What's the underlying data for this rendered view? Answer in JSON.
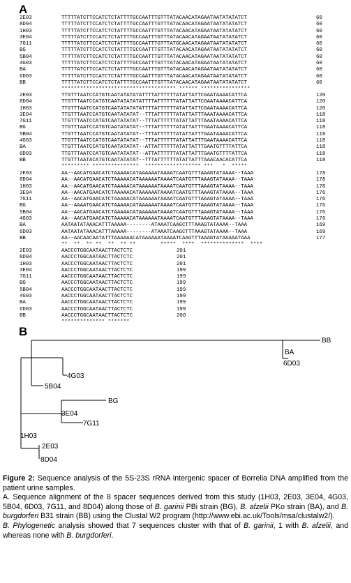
{
  "panel_a": {
    "label": "A"
  },
  "panel_b": {
    "label": "B"
  },
  "alignment": {
    "blocks": [
      {
        "rows": [
          {
            "name": "2E03",
            "seq": "TTTTTATCTTCCATCTCTATTTTGCCAATTTGTTTATACAACATAGAATAATATATATCT",
            "pos": "60"
          },
          {
            "name": "8D04",
            "seq": "TTTTTATCTTCCATCTCTATTTTGCCAATTTGTTTATACAACATAGAATAATATATATCT",
            "pos": "60"
          },
          {
            "name": "1H03",
            "seq": "TTTTTATCTTCCATCTCTATTTTGCCAATTTGTTTATACAACATAGAATAATATATATCT",
            "pos": "60"
          },
          {
            "name": "3E04",
            "seq": "TTTTTATCTTCCATCTCTATTTTGCCAATTTGTTTATACAACATAGAATAATATATATCT",
            "pos": "60"
          },
          {
            "name": "7G11",
            "seq": "TTTTTATCTTCCATCTCTATTTTGCCAATTTGTTTATGCAACATAGAATAATATATATCT",
            "pos": "60"
          },
          {
            "name": "BG",
            "seq": "TTTTTATCTTCCATCTCTATTTTGCCAATTTGTTTATACAACATAGAATAATATATATCT",
            "pos": "60"
          },
          {
            "name": "5B04",
            "seq": "TTTTTATCTTCCATCTCTATTTTGCCAATTTGTTTATACAACATAGAATAATATATATCT",
            "pos": "60"
          },
          {
            "name": "4G03",
            "seq": "TTTTTATCTTCCATCTCTATTTTGCCAATTTGTTTATACAACATAGAATAATATATATCT",
            "pos": "60"
          },
          {
            "name": "BA",
            "seq": "TTTTTATCTTCCATCTCTATTTTGCCAATTTGTTTATACAACATAGAATAATATATATCT",
            "pos": "60"
          },
          {
            "name": "6D03",
            "seq": "TTTTTATCTTCCATCTCTATTTTGCCAATTTGTTTATACAACATAGAATAATATATATCT",
            "pos": "60"
          },
          {
            "name": "BB",
            "seq": "TTTTTATCTTCCATCTCTATTTTGCCAATTTGTTTATACAACATAGAATAATATATATCT",
            "pos": "60"
          }
        ],
        "consensus": "************************************* ****** ****************"
      },
      {
        "rows": [
          {
            "name": "2E03",
            "seq": "TTGTTTAATCCATGTCAATATATATATTTTATTTTTTATATTATTCGAATAAAACATTCA",
            "pos": "120"
          },
          {
            "name": "8D04",
            "seq": "TTGTTTAATCCATGTCAATATATATATTTTATTTTTTATATTATTCGAATAAAACATTCA",
            "pos": "120"
          },
          {
            "name": "1H03",
            "seq": "TTGTTTAATCCATGTCAATATATATATTTTATTTTTTATATTATTCGAATAAAACATTCA",
            "pos": "120"
          },
          {
            "name": "3E04",
            "seq": "TTGTTTAATCCATGTCAATATATAT--TTTATTTTTTATATTATTTAAATAAAACATTCA",
            "pos": "118"
          },
          {
            "name": "7G11",
            "seq": "TTGTTTAATCCATGTCAATATATAT--TTTATTTTTTATATTATTTAAATAAAACATTCA",
            "pos": "118"
          },
          {
            "name": "BG",
            "seq": "TTGTTTAATCCATGTCAATATATAT--TTTATTTTTTATATTATTTGAATAAAACATTCA",
            "pos": "118"
          },
          {
            "name": "5B04",
            "seq": "TTGTTTAATCCATGTCAATATATAT--TTTATTTTTTATATTATTTGAATAAAACATTCA",
            "pos": "118"
          },
          {
            "name": "4G03",
            "seq": "TTGTTTAATCCATGTCAATATATAT--TTTATTTTTTATATTATTTGAATAAAACATTCA",
            "pos": "118"
          },
          {
            "name": "BA",
            "seq": "TTGTTTAATCCATGTCAATATATAT--ATTATTTTTTATATTATTTGAATGTTTTATTCA",
            "pos": "118"
          },
          {
            "name": "6D03",
            "seq": "TTGTTTAATCCATGTCAATATATAT--ATTATTTTTTATATTATTTGAATGTTTTATTCA",
            "pos": "118"
          },
          {
            "name": "BB",
            "seq": "TTGTTTAATACATGTCAATATATAT--TTTATTTTTTATATTATTTAAACAACACATTCA",
            "pos": "118"
          }
        ],
        "consensus": "********* ***************  ****************** ***   *  *****"
      },
      {
        "rows": [
          {
            "name": "2E03",
            "seq": "AA--AACATGAACATCTAAAAACATAAAAAATAAAATCAATGTTTAAAGTATAAAA--TAAA",
            "pos": "178"
          },
          {
            "name": "8D04",
            "seq": "AA--AACATGAACATCTAAAAACATAAAAAATAAAATCAATGTTTAAAGTATAAAA--TAAA",
            "pos": "178"
          },
          {
            "name": "1H03",
            "seq": "AA--AACATGAACATCTAAAAACATAAAAAATAAAATCAATGTTTAAAGTATAAAA--TAAA",
            "pos": "178"
          },
          {
            "name": "3E04",
            "seq": "AA--AACATGAACATCTAAAAACATAAAAAATAAAATCAATGTTTAAAGTATAAAA--TAAA",
            "pos": "176"
          },
          {
            "name": "7G11",
            "seq": "AA--AACATGAACATCTAAAAACATAAAAAATAAAATCAATGTTTAAAGTATAAAA--TAAA",
            "pos": "176"
          },
          {
            "name": "BG",
            "seq": "AA--AAAATGAACATCTAAAAACATAAAAAATAAAATCAATGTTTAAAGTATAAAA--TAAA",
            "pos": "176"
          },
          {
            "name": "5B04",
            "seq": "AA--AACATGAACATCTAAAAACATAAAAAATAAAATCAATGTTTAAAGTATAAAA--TAAA",
            "pos": "176"
          },
          {
            "name": "4G03",
            "seq": "AA--AACATGAACATCTAAAAACATAAAAAATAAAATCAATGTTTAAAGTATAAAA--TAAA",
            "pos": "176"
          },
          {
            "name": "BA",
            "seq": "AATAATATAAACATTTAAAAA--------ATAAATCAAGCTTTAAAGTATAAAA--TAAA",
            "pos": "169"
          },
          {
            "name": "6D03",
            "seq": "AATAATATAAACATTTAAAAA--------ATAAATCAAGCTTTAAAGTATAAAA--TAAA",
            "pos": "169"
          },
          {
            "name": "BB",
            "seq": "AA--AACAACAATATTTAAAAAACATAAAAAATAAAATCAAGTTTAAAGTATAAAAATAAA",
            "pos": "177"
          }
        ],
        "consensus": "**  **  ** **  **  ** **        *****  ****  **************  ****"
      },
      {
        "rows": [
          {
            "name": "2E03",
            "seq": "AACCCTGGCAATAACTTACTCTC",
            "pos": "201"
          },
          {
            "name": "8D04",
            "seq": "AACCCTGGCAATAACTTACTCTC",
            "pos": "201"
          },
          {
            "name": "1H03",
            "seq": "AACCCTGGCAATAACTTACTCTC",
            "pos": "201"
          },
          {
            "name": "3E04",
            "seq": "AACCCTGGCAATAACTTACTCTC",
            "pos": "199"
          },
          {
            "name": "7G11",
            "seq": "AACCCTGGCAATAACTTACTCTC",
            "pos": "199"
          },
          {
            "name": "BG",
            "seq": "AACCCTGGCAATAACTTACTCTC",
            "pos": "199"
          },
          {
            "name": "5B04",
            "seq": "AACCCTGGCAATAACTTACTCTC",
            "pos": "199"
          },
          {
            "name": "4G03",
            "seq": "AACCCTGGCAATAACTTACTCTC",
            "pos": "199"
          },
          {
            "name": "BA",
            "seq": "AACCCTGGCAATAACTTACTCTC",
            "pos": "199"
          },
          {
            "name": "6D03",
            "seq": "AACCCTGGCAATAACTTACTCTC",
            "pos": "199"
          },
          {
            "name": "BB",
            "seq": "AACCCTGGCAATAACTTACTCTC",
            "pos": "200"
          }
        ],
        "consensus": "************** *******"
      }
    ]
  },
  "tree": {
    "labels": {
      "BB": "BB",
      "BA": "BA",
      "6D03": "6D03",
      "4G03": "4G03",
      "5B04": "5B04",
      "BG": "BG",
      "3E04": "3E04",
      "7G11": "7G11",
      "1H03": "1H03",
      "2E03": "2E03",
      "8D04": "8D04"
    }
  },
  "caption": {
    "title_bold": "Figure 2:",
    "title_rest": " Sequence analysis of the 5S-23S rRNA intergenic spacer of Borrelia DNA amplified from the patient urine samples.",
    "para_a_start": "A. Sequence alignment of the 8 spacer sequences derived from this study (1H03, 2E03, 3E04, 4G03, 5B04, 6D03, 7G11, and 8D04) along those of ",
    "para_a_it1": "B. garinii",
    "para_a_mid1": " PBi strain (BG), ",
    "para_a_it2": "B. afzelii",
    "para_a_mid2": " PKo strain (BA), and ",
    "para_a_it3": "B. burgdorferi",
    "para_a_end": " B31 strain (BB) using the Clustal W2 program (http://www.ebi.ac.uk/Tools/msa/clustalw2/).",
    "para_b_it1": "B. Phylogenetic",
    "para_b_mid1": " analysis showed that 7 sequences cluster with that of ",
    "para_b_it2": "B. garinii",
    "para_b_mid2": ", 1 with ",
    "para_b_it3": "B. afzelii",
    "para_b_mid3": ", and whereas none with ",
    "para_b_it4": "B. burgdorferi",
    "para_b_end": "."
  }
}
